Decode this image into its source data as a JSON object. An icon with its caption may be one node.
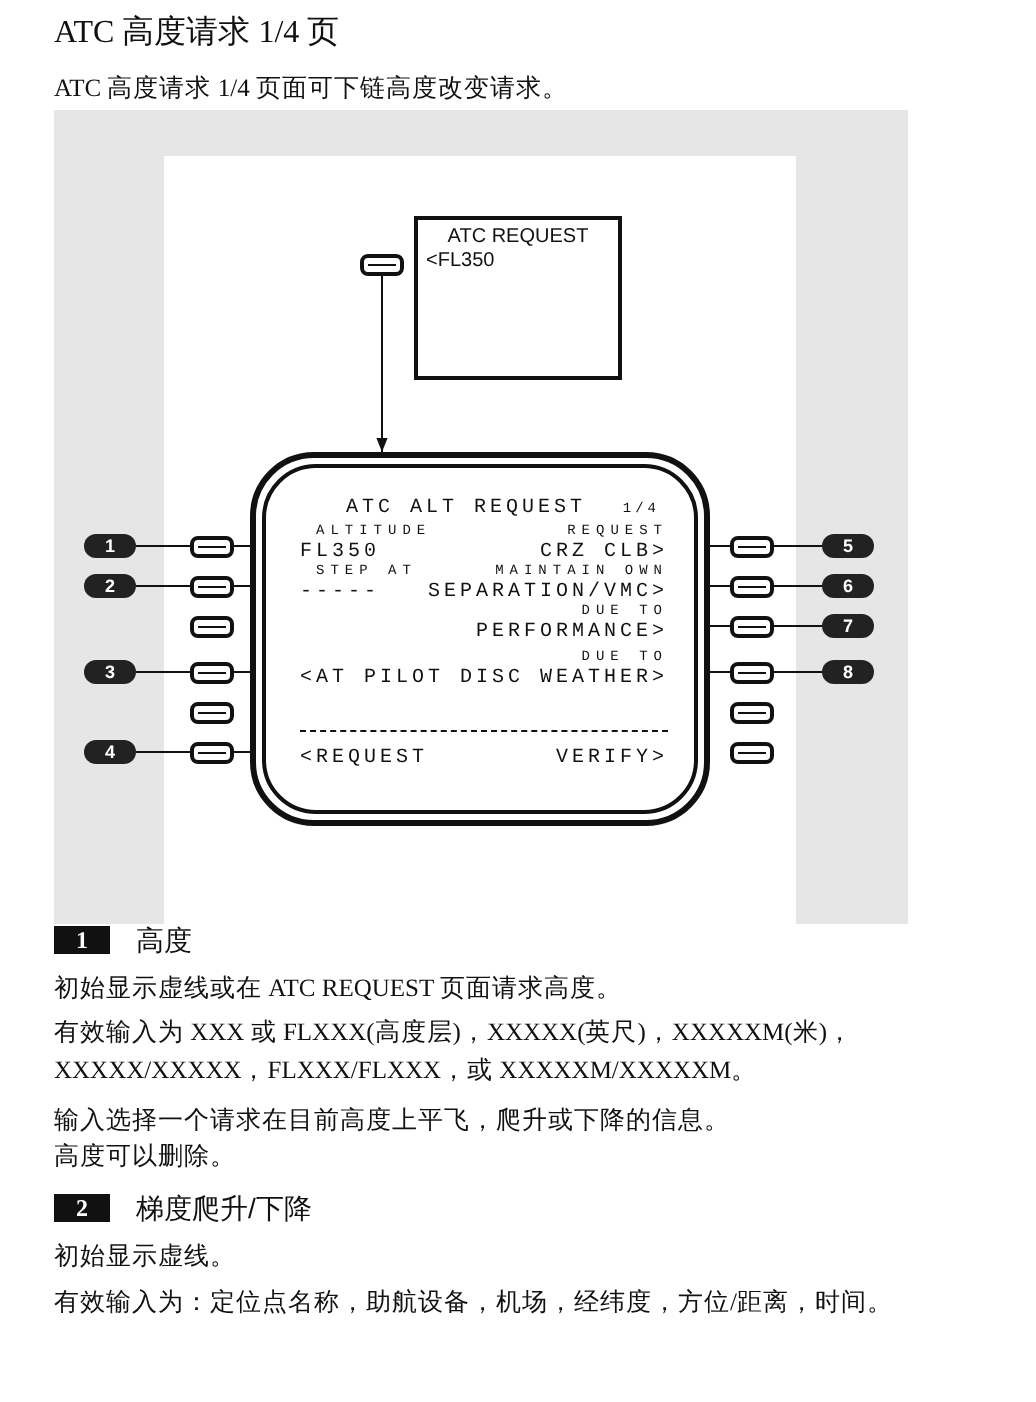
{
  "diagram": {
    "title": "ATC 高度请求 1/4 页",
    "nodes": [
      {
        "text": [
          "ATC REQUEST",
          "<FL350"
        ]
      },
      {
        "text": [],
        "shape": "box"
      },
      {
        "text": [
          "ATC ALT REQUEST",
          "1/4"
        ]
      },
      {
        "text": [
          "ALTITUDE",
          "FL350"
        ],
        "in": 2
      },
      {
        "text": [
          "STEP AT",
          "-----"
        ],
        "in": 2
      },
      {
        "text": [
          "<AT PILOT DISC"
        ],
        "in": 2
      },
      {
        "text": [
          "<REQUEST"
        ],
        "in": 2
      },
      {
        "text": [
          "REQUEST",
          "CRZ CLB>"
        ],
        "in": 2
      },
      {
        "text": [
          "MAINTAIN OWN",
          "SEPARATION/VMC>"
        ],
        "in": 2
      },
      {
        "text": [
          "DUE TO",
          "PERFORMANCE>"
        ],
        "in": 2
      },
      {
        "text": [
          "DUE TO",
          "WEATHER>"
        ],
        "in": 2
      },
      {
        "text": [
          "VERIFY>"
        ],
        "in": 2
      },
      {
        "text": [
          "1"
        ]
      },
      {
        "text": [
          "2"
        ]
      },
      {
        "text": [
          "3"
        ]
      },
      {
        "text": [
          "4"
        ]
      },
      {
        "text": [
          "5"
        ]
      },
      {
        "text": [
          "6"
        ]
      },
      {
        "text": [
          "7"
        ]
      },
      {
        "text": [
          "8"
        ]
      }
    ],
    "edges": [
      {
        "from": 1,
        "to": 2,
        "arrow": "to"
      },
      {
        "from": 12,
        "to": 3,
        "arrow": "to"
      },
      {
        "from": 13,
        "to": 4,
        "arrow": "to"
      },
      {
        "from": 14,
        "to": 5,
        "arrow": "to"
      },
      {
        "from": 15,
        "to": 6,
        "arrow": "to"
      },
      {
        "from": 16,
        "to": 7,
        "arrow": "to"
      },
      {
        "from": 17,
        "to": 8,
        "arrow": "to"
      },
      {
        "from": 18,
        "to": 9,
        "arrow": "to"
      },
      {
        "from": 19,
        "to": 10,
        "arrow": "to"
      }
    ],
    "labels": [
      "ATC 高度请求 1/4 页面可下链高度改变请求。",
      "1",
      "高度",
      "初始显示虚线或在 ATC REQUEST 页面请求高度。",
      "有效输入为 XXX 或 FLXXX(高度层)，XXXXX(英尺)，XXXXXM(米)，XXXXX/XXXXX，FLXXX/FLXXX，或 XXXXXM/XXXXXM。",
      "输入选择一个请求在目前高度上平飞，爬升或下降的信息。",
      "高度可以删除。",
      "2",
      "梯度爬升/下降",
      "初始显示虚线。",
      "有效输入为：定位点名称，助航设备，机场，经纬度，方位/距离，时间。"
    ]
  }
}
